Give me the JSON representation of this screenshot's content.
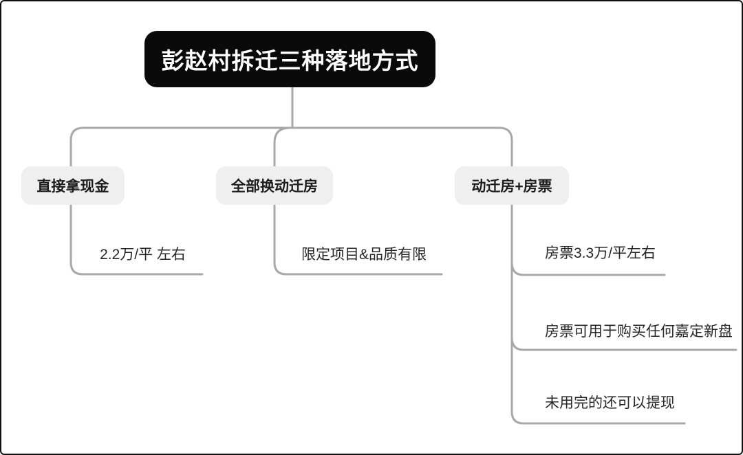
{
  "diagram": {
    "type": "mindmap",
    "root": {
      "label": "彭赵村拆迁三种落地方式"
    },
    "branches": [
      {
        "label": "直接拿现金",
        "children": [
          "2.2万/平 左右"
        ]
      },
      {
        "label": "全部换动迁房",
        "children": [
          "限定项目&品质有限"
        ]
      },
      {
        "label": "动迁房+房票",
        "children": [
          "房票3.3万/平左右",
          "房票可用于购买任何嘉定新盘",
          "未用完的还可以提现"
        ]
      }
    ],
    "colors": {
      "root_bg": "#0a0a0a",
      "root_text": "#ffffff",
      "branch_bg": "#efefef",
      "branch_text": "#1c1c1c",
      "leaf_text": "#262626",
      "connector": "#a8a8a8",
      "frame_border": "#111111",
      "background": "#ffffff"
    }
  }
}
